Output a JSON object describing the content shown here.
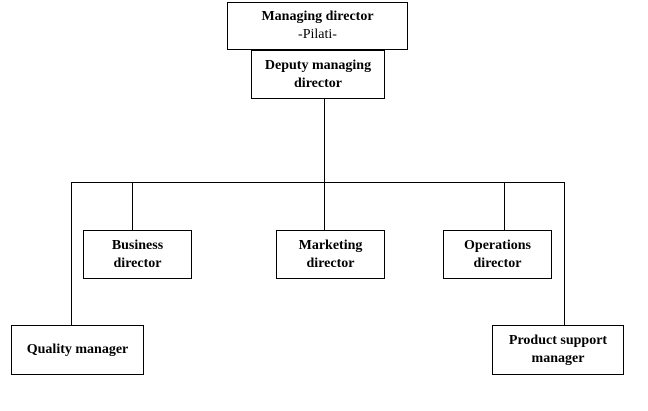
{
  "org_chart": {
    "managing_director": {
      "title": "Managing director",
      "name": "-Pilati-"
    },
    "deputy_managing_director": {
      "line1": "Deputy managing",
      "line2": "director"
    },
    "business_director": {
      "line1": "Business",
      "line2": "director"
    },
    "marketing_director": {
      "line1": "Marketing",
      "line2": "director"
    },
    "operations_director": {
      "line1": "Operations",
      "line2": "director"
    },
    "quality_manager": {
      "label": "Quality manager"
    },
    "product_support_manager": {
      "line1": "Product support",
      "line2": "manager"
    }
  }
}
